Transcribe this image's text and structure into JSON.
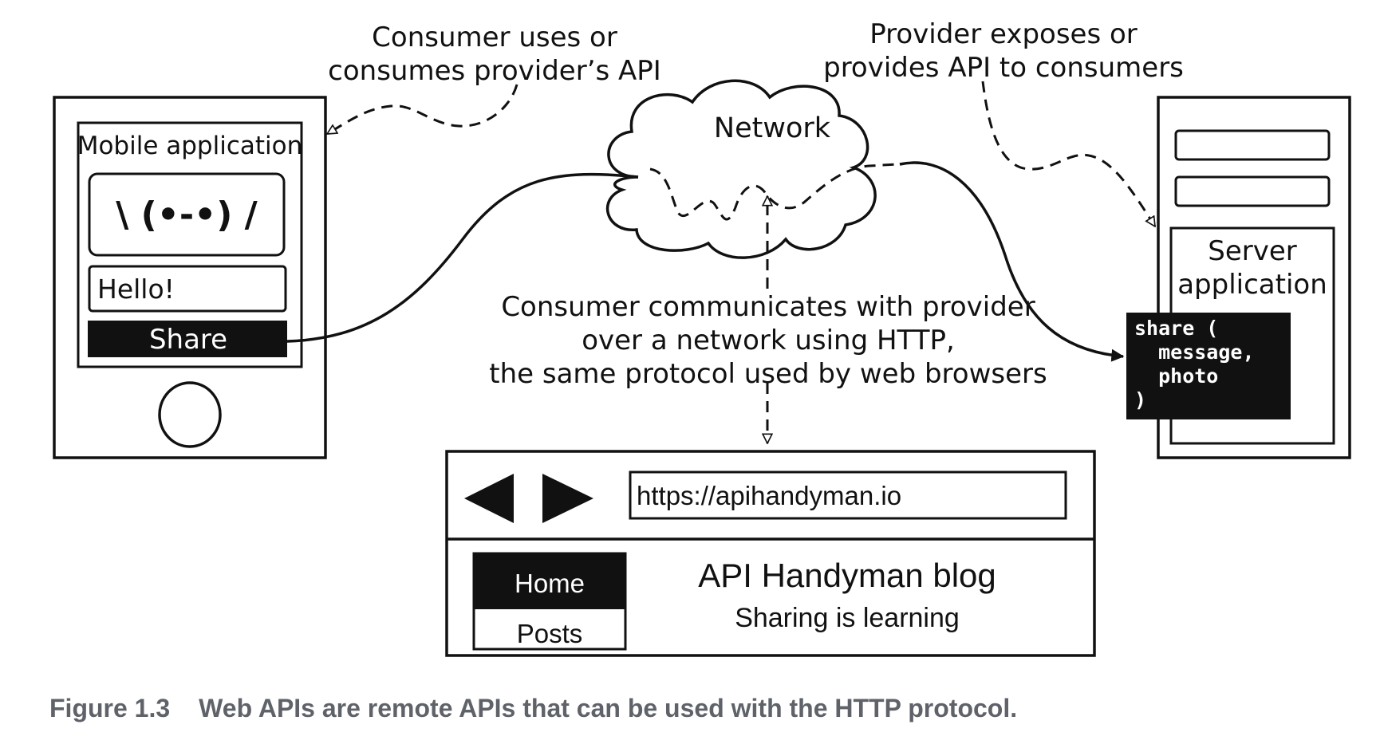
{
  "annotations": {
    "consumer_uses": [
      "Consumer uses or",
      "consumes provider’s API"
    ],
    "provider_exposes": [
      "Provider exposes or",
      "provides API to consumers"
    ],
    "network": "Network",
    "communicates": [
      "Consumer communicates with provider",
      "over a network using HTTP,",
      "the same protocol used by web browsers"
    ]
  },
  "mobile_app": {
    "title": "Mobile application",
    "emoticon": "\\ (•-•) /",
    "message": "Hello!",
    "share_button": "Share"
  },
  "server_app": {
    "title": [
      "Server",
      "application"
    ],
    "code": [
      "share (",
      "  message,",
      "  photo",
      ")"
    ]
  },
  "browser": {
    "url": "https://apihandyman.io",
    "nav": [
      "Home",
      "Posts"
    ],
    "blog_title": "API Handyman blog",
    "blog_subtitle": "Sharing is learning"
  },
  "caption": {
    "number": "Figure 1.3",
    "text": "Web APIs are remote APIs that can be used with the HTTP protocol."
  },
  "colors": {
    "ink": "#111111",
    "caption": "#5f6369",
    "background": "#ffffff"
  }
}
